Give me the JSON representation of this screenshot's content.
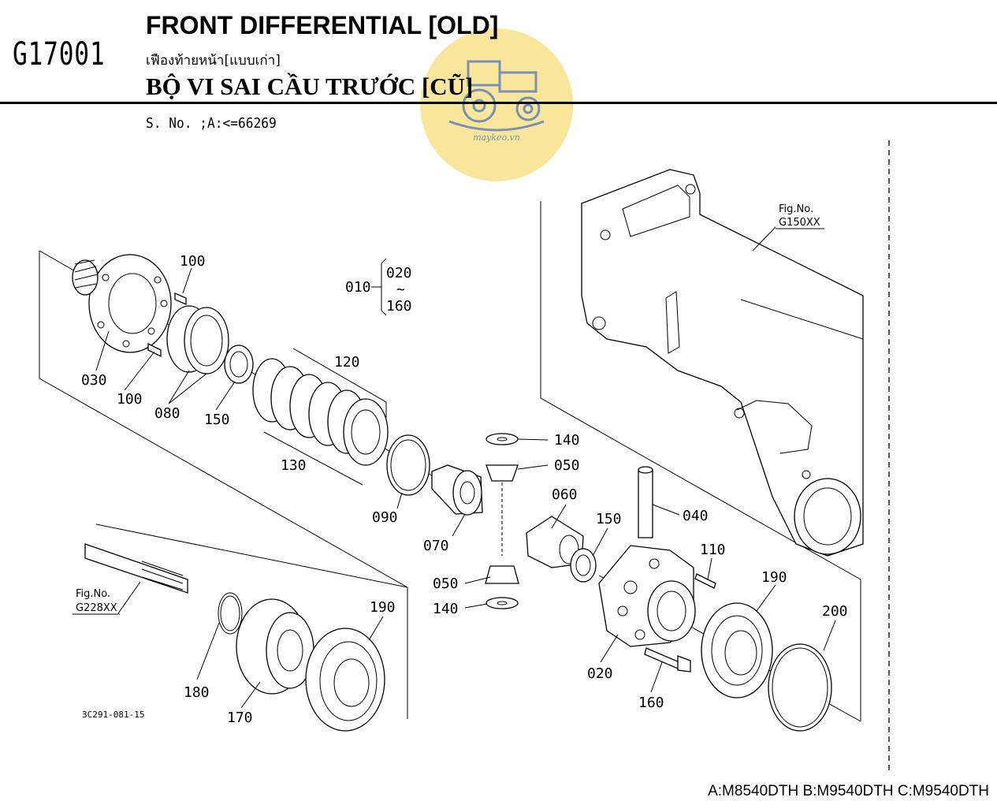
{
  "header": {
    "page_code": "G17001",
    "title_en": "FRONT DIFFERENTIAL [OLD]",
    "title_th": "เฟืองท้ายหน้า[แบบเก่า]",
    "title_vi": "BỘ VI SAI CẦU TRƯỚC [CŨ]",
    "serial": "S. No. ;A:<=66269"
  },
  "watermark": {
    "text": "maykeo.vn",
    "color": "#f7e28a"
  },
  "diagram": {
    "illustration_code": "3C291-081-15",
    "fig_ref_top": {
      "line1": "Fig.No.",
      "line2": "G150XX"
    },
    "fig_ref_left": {
      "line1": "Fig.No.",
      "line2": "G228XX"
    },
    "assembly_bracket": {
      "parent": "010",
      "from": "020",
      "tilde": "~",
      "to": "160"
    },
    "callouts": {
      "c100a": "100",
      "c100b": "100",
      "c030": "030",
      "c080": "080",
      "c150a": "150",
      "c120": "120",
      "c130": "130",
      "c090": "090",
      "c140a": "140",
      "c050a": "050",
      "c060": "060",
      "c070": "070",
      "c150b": "150",
      "c040": "040",
      "c110": "110",
      "c050b": "050",
      "c140b": "140",
      "c190a": "190",
      "c190b": "190",
      "c200": "200",
      "c020": "020",
      "c160": "160",
      "c180": "180",
      "c170": "170"
    }
  },
  "footer": {
    "models": "A:M8540DTH B:M9540DTH C:M9540DTH"
  }
}
